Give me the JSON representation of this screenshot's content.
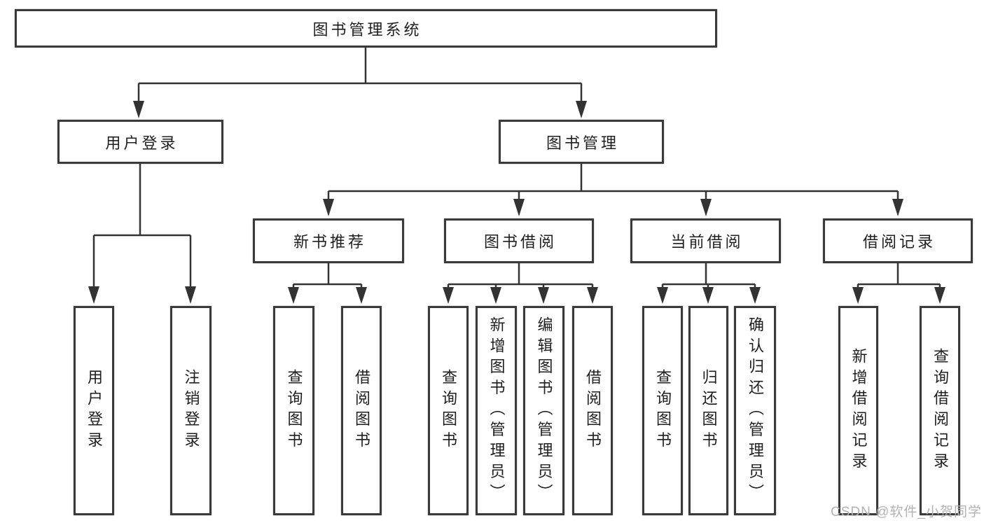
{
  "diagram": {
    "root": "图书管理系统",
    "level2": [
      "用户登录",
      "图书管理"
    ],
    "level3": [
      "新书推荐",
      "图书借阅",
      "当前借阅",
      "借阅记录"
    ],
    "leaves": {
      "user": [
        "用户登录",
        "注销登录"
      ],
      "recommend": [
        "查询图书",
        "借阅图书"
      ],
      "borrow": [
        "查询图书",
        "新增图书（管理员）",
        "编辑图书（管理员）",
        "借阅图书"
      ],
      "current": [
        "查询图书",
        "归还图书",
        "确认归还（管理员）"
      ],
      "records": [
        "新增借阅记录",
        "查询借阅记录"
      ]
    }
  },
  "watermark": "CSDN @软件_小贺同学",
  "colors": {
    "line": "#333333",
    "box_border": "#3a3a3a",
    "box_fill": "#ffffff",
    "text": "#1f1f1f",
    "watermark": "#b2b2b2"
  }
}
